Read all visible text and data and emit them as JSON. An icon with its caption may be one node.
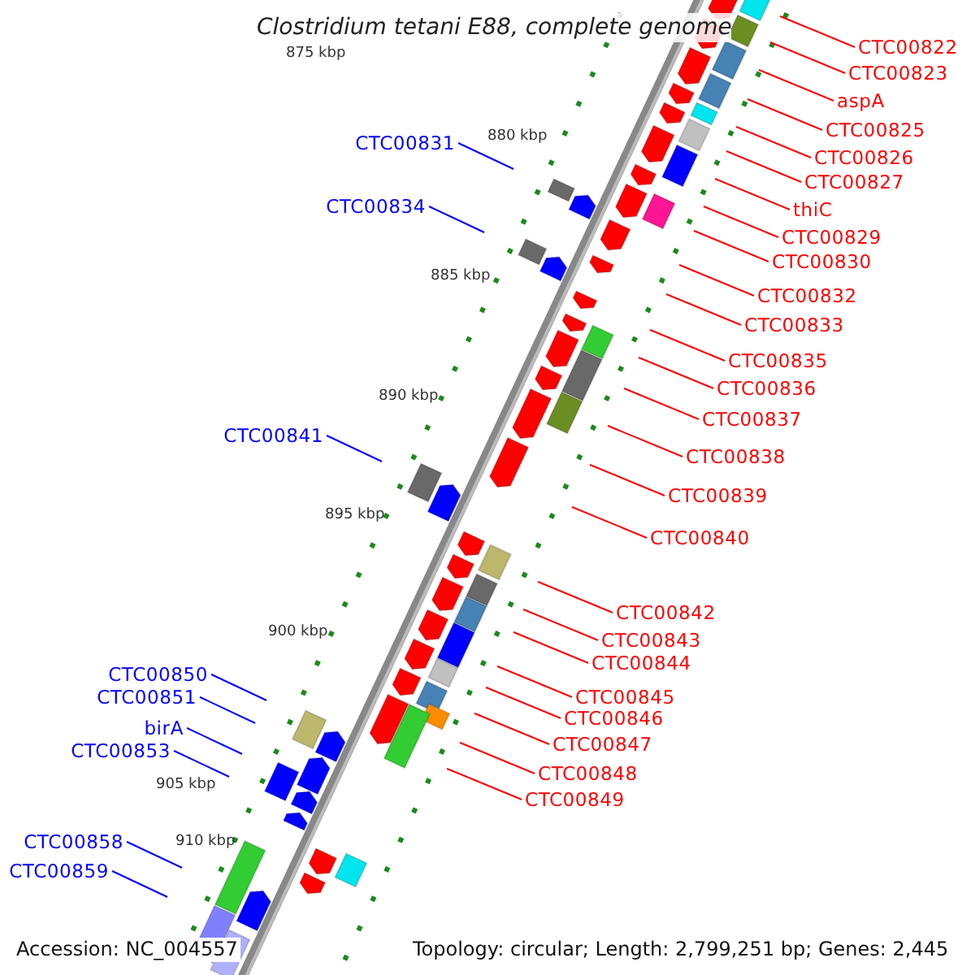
{
  "diagram": {
    "title": "Clostridium tetani E88, complete genome",
    "nodes": [
      {
        "text": [
          "CTC00822"
        ]
      },
      {
        "text": [
          "CTC00823"
        ]
      },
      {
        "text": [
          "aspA"
        ]
      },
      {
        "text": [
          "CTC00825"
        ]
      },
      {
        "text": [
          "CTC00831"
        ]
      },
      {
        "text": [
          "CTC00826"
        ]
      },
      {
        "text": [
          "CTC00827"
        ]
      },
      {
        "text": [
          "thiC"
        ]
      },
      {
        "text": [
          "CTC00834"
        ]
      },
      {
        "text": [
          "CTC00829"
        ]
      },
      {
        "text": [
          "CTC00830"
        ]
      },
      {
        "text": [
          "CTC00832"
        ]
      },
      {
        "text": [
          "CTC00833"
        ]
      },
      {
        "text": [
          "CTC00835"
        ]
      },
      {
        "text": [
          "CTC00836"
        ]
      },
      {
        "text": [
          "CTC00837"
        ]
      },
      {
        "text": [
          "CTC00841"
        ]
      },
      {
        "text": [
          "CTC00838"
        ]
      },
      {
        "text": [
          "CTC00839"
        ]
      },
      {
        "text": [
          "CTC00840"
        ]
      },
      {
        "text": [
          "CTC00842"
        ]
      },
      {
        "text": [
          "CTC00843"
        ]
      },
      {
        "text": [
          "CTC00844"
        ]
      },
      {
        "text": [
          "CTC00850"
        ]
      },
      {
        "text": [
          "CTC00845"
        ]
      },
      {
        "text": [
          "CTC00851"
        ]
      },
      {
        "text": [
          "CTC00846"
        ]
      },
      {
        "text": [
          "birA"
        ]
      },
      {
        "text": [
          "CTC00847"
        ]
      },
      {
        "text": [
          "CTC00853"
        ]
      },
      {
        "text": [
          "CTC00848"
        ]
      },
      {
        "text": [
          "CTC00849"
        ]
      },
      {
        "text": [
          "CTC00858"
        ]
      },
      {
        "text": [
          "CTC00859"
        ]
      }
    ],
    "edges": [
      {
        "from": 0,
        "to": null,
        "arrow": "none"
      },
      {
        "from": 1,
        "to": null,
        "arrow": "none"
      },
      {
        "from": 2,
        "to": null,
        "arrow": "none"
      },
      {
        "from": 3,
        "to": null,
        "arrow": "none"
      },
      {
        "from": 4,
        "to": null,
        "arrow": "none",
        "color": "#0000ff"
      },
      {
        "from": 5,
        "to": null,
        "arrow": "none"
      },
      {
        "from": 6,
        "to": null,
        "arrow": "none"
      },
      {
        "from": 7,
        "to": null,
        "arrow": "none"
      },
      {
        "from": 8,
        "to": null,
        "arrow": "none",
        "color": "#0000ff"
      },
      {
        "from": 9,
        "to": null,
        "arrow": "none"
      },
      {
        "from": 10,
        "to": null,
        "arrow": "none"
      },
      {
        "from": 11,
        "to": null,
        "arrow": "none"
      },
      {
        "from": 12,
        "to": null,
        "arrow": "none"
      },
      {
        "from": 13,
        "to": null,
        "arrow": "none"
      },
      {
        "from": 14,
        "to": null,
        "arrow": "none"
      },
      {
        "from": 15,
        "to": null,
        "arrow": "none"
      },
      {
        "from": 16,
        "to": null,
        "arrow": "none",
        "color": "#0000ff"
      },
      {
        "from": 17,
        "to": null,
        "arrow": "none"
      },
      {
        "from": 18,
        "to": null,
        "arrow": "none"
      },
      {
        "from": 19,
        "to": null,
        "arrow": "none"
      },
      {
        "from": 20,
        "to": null,
        "arrow": "none"
      },
      {
        "from": 21,
        "to": null,
        "arrow": "none"
      },
      {
        "from": 22,
        "to": null,
        "arrow": "none"
      },
      {
        "from": 23,
        "to": null,
        "arrow": "none",
        "color": "#0000ff"
      },
      {
        "from": 24,
        "to": null,
        "arrow": "none"
      },
      {
        "from": 25,
        "to": null,
        "arrow": "none",
        "color": "#0000ff"
      },
      {
        "from": 26,
        "to": null,
        "arrow": "none"
      },
      {
        "from": 27,
        "to": null,
        "arrow": "none",
        "color": "#0000ff"
      },
      {
        "from": 28,
        "to": null,
        "arrow": "none"
      },
      {
        "from": 29,
        "to": null,
        "arrow": "none",
        "color": "#0000ff"
      },
      {
        "from": 30,
        "to": null,
        "arrow": "none"
      },
      {
        "from": 31,
        "to": null,
        "arrow": "none"
      },
      {
        "from": 32,
        "to": null,
        "arrow": "none",
        "color": "#0000ff"
      },
      {
        "from": 33,
        "to": null,
        "arrow": "none",
        "color": "#0000ff"
      }
    ],
    "labels": [
      "875 kbp",
      "880 kbp",
      "885 kbp",
      "890 kbp",
      "895 kbp",
      "900 kbp",
      "905 kbp",
      "910 kbp",
      "Accession: NC_004557",
      "Topology: circular; Length: 2,799,251 bp; Genes: 2,445"
    ]
  }
}
